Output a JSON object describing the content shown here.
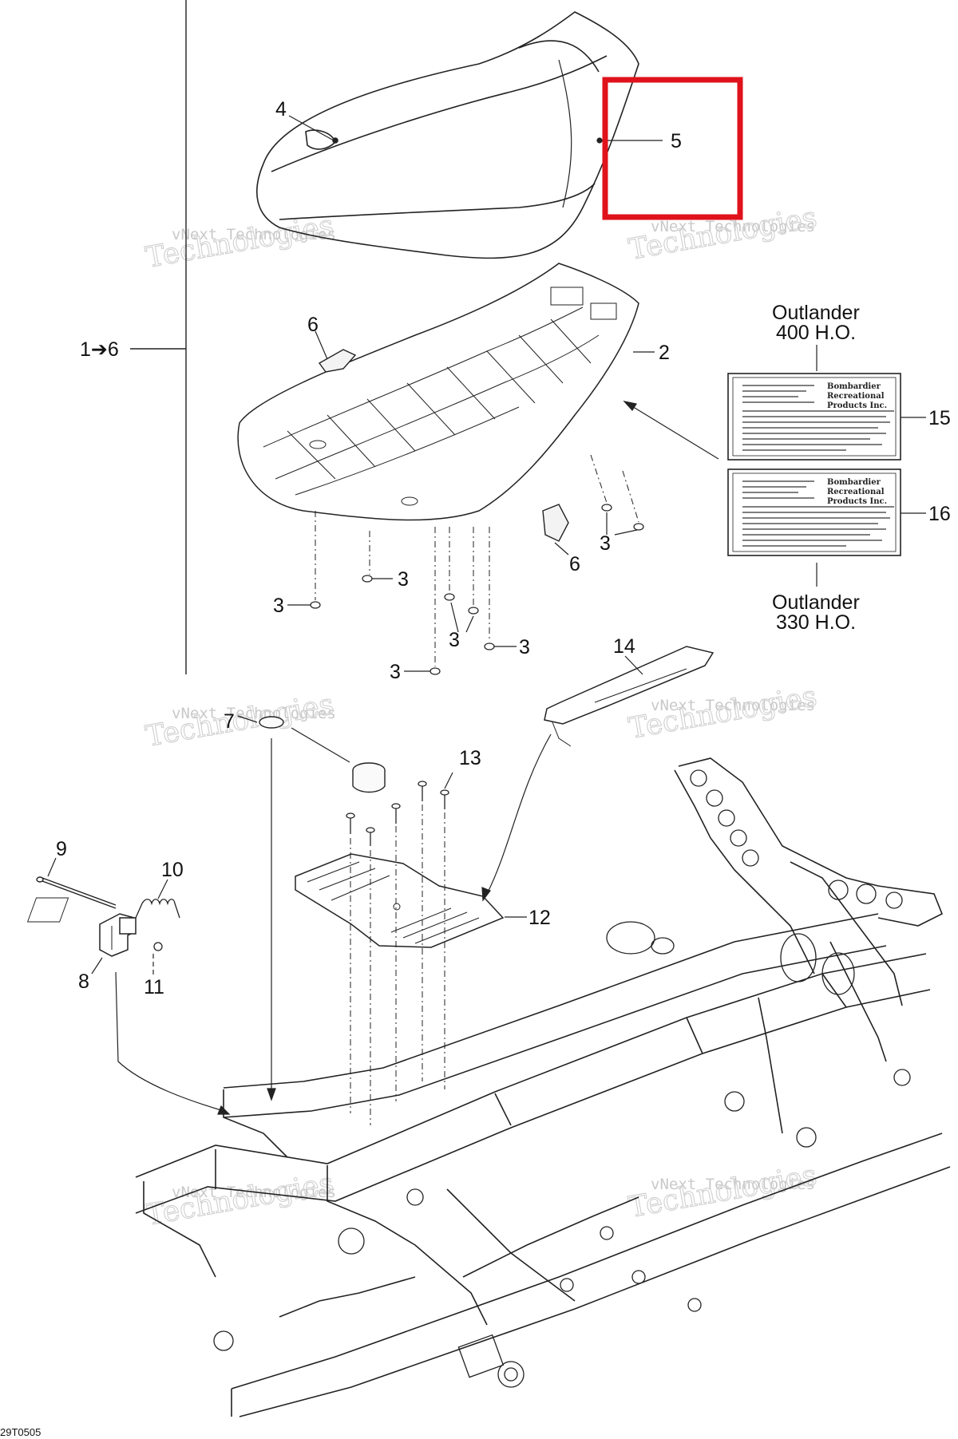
{
  "callouts": {
    "n1to6": "1➔6",
    "n2": "2",
    "n3a": "3",
    "n3b": "3",
    "n3c": "3",
    "n3d": "3",
    "n3e": "3",
    "n3f": "3",
    "n4": "4",
    "n5": "5",
    "n6a": "6",
    "n6b": "6",
    "n7": "7",
    "n8": "8",
    "n9": "9",
    "n10": "10",
    "n11": "11",
    "n12": "12",
    "n13": "13",
    "n14": "14",
    "n15": "15",
    "n16": "16"
  },
  "model_labels": {
    "top_line1": "Outlander",
    "top_line2": "400 H.O.",
    "bottom_line1": "Outlander",
    "bottom_line2": "330 H.O."
  },
  "decal_heading": {
    "line1": "Bombardier",
    "line2": "Recreational",
    "line3": "Products Inc."
  },
  "watermark": {
    "line1": "vNext Technologies",
    "line2": "Technologies"
  },
  "figure_code": "29T0505",
  "highlight_color": "#e0121b"
}
